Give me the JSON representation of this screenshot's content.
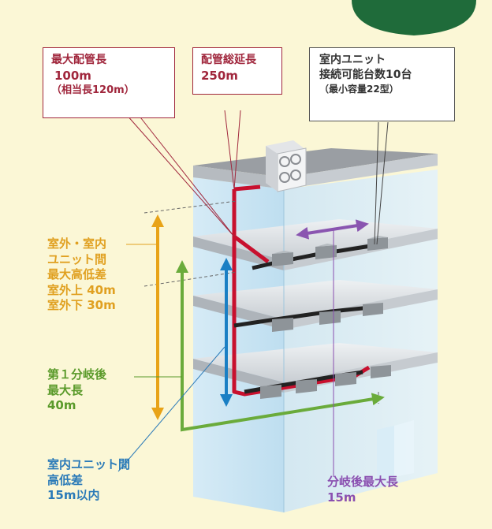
{
  "callouts": {
    "max_pipe": {
      "title": "最大配管長",
      "value": "100m",
      "note": "（相当長120m）"
    },
    "total_pipe": {
      "title": "配管総延長",
      "value": "250m"
    },
    "indoor_units": {
      "line1": "室内ユニット",
      "line2": "接続可能台数10台",
      "line3": "（最小容量22型）"
    }
  },
  "labels": {
    "height_diff": {
      "line1": "室外・室内",
      "line2": "ユニット間",
      "line3": "最大高低差",
      "line4": "室外上 40m",
      "line5": "室外下 30m"
    },
    "after_branch": {
      "line1": "第１分岐後",
      "line2": "最大長",
      "line3": "40m"
    },
    "indoor_diff": {
      "line1": "室内ユニット間",
      "line2": "高低差",
      "line3": "15m以内"
    },
    "branch_max": {
      "line1": "分岐後最大長",
      "line2": "15m"
    }
  },
  "colors": {
    "background": "#fbf7d6",
    "green_badge": "#1f6b3a",
    "red_pipe": "#c8102e",
    "callout_border": "#a0263c",
    "callout_text": "#a0263c",
    "orange_arrow": "#e8a317",
    "green_arrow": "#6aab3b",
    "blue_arrow": "#1a7fc4",
    "purple_arrow": "#8a55b0",
    "label_orange": "#e0a020",
    "label_green": "#5a9a2a",
    "label_blue": "#2a7ab8",
    "label_purple": "#8a4fb0"
  }
}
